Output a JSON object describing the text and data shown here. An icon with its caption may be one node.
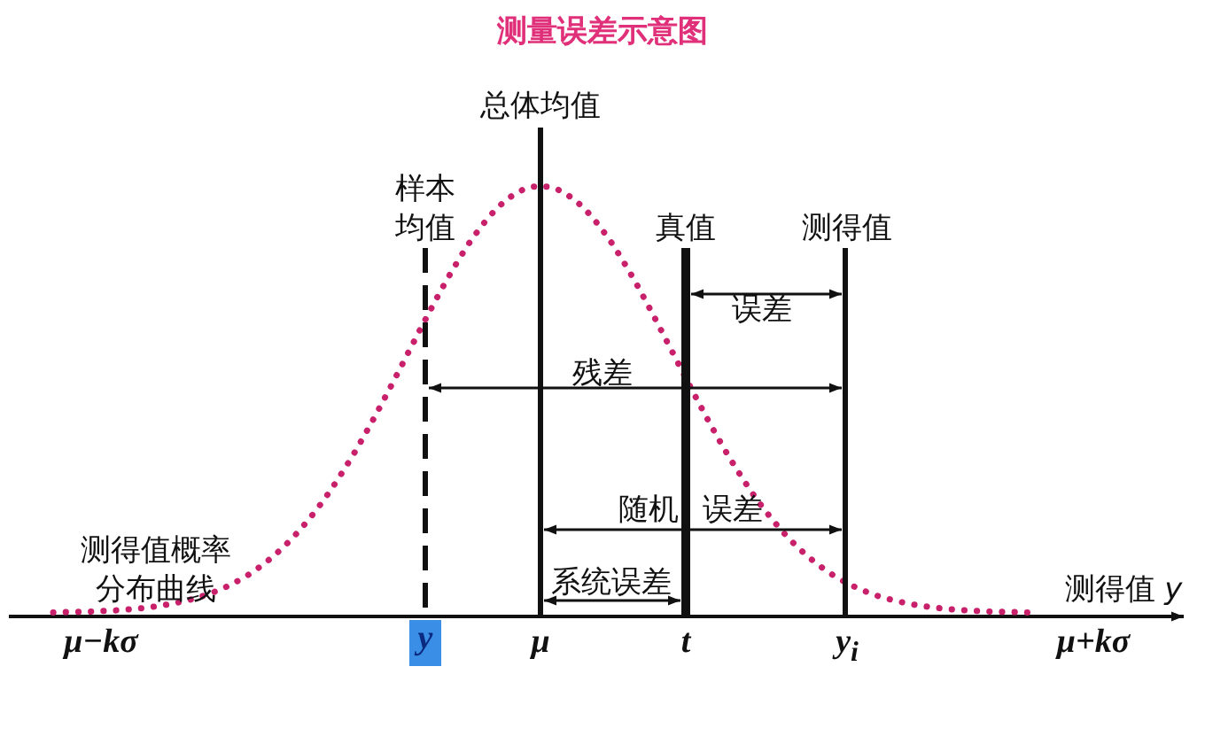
{
  "diagram": {
    "title": "测量误差示意图",
    "labels": [
      "总体均值",
      "样本均值",
      "真值",
      "测得值",
      "误差",
      "残差",
      "测得值概率分布曲线",
      "随机 误差",
      "系统误差",
      "测得值 *y*",
      "μ−kσ",
      "y",
      "μ",
      "t",
      "y$_{i}$",
      "μ+kσ"
    ]
  }
}
